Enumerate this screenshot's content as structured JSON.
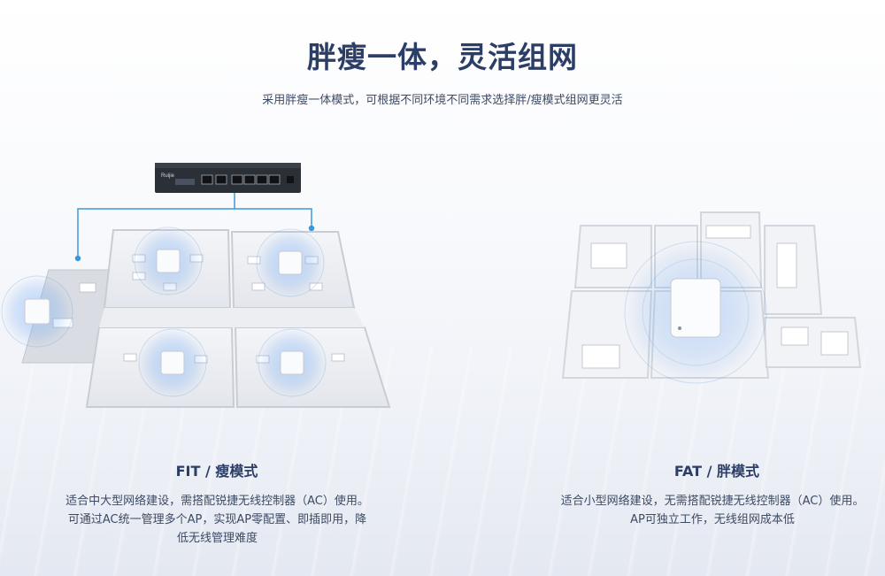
{
  "header": {
    "title": "胖瘦一体，灵活组网",
    "subtitle": "采用胖瘦一体模式，可根据不同环境不同需求选择胖/瘦模式组网更灵活"
  },
  "fit": {
    "title": "FIT / 瘦模式",
    "desc_lines": [
      "适合中大型网络建设，需搭配锐捷无线控制器（AC）使用。",
      "可通过AC统一管理多个AP，实现AP零配置、即插即用，降",
      "低无线管理难度"
    ],
    "switch_brand": "Ruijie"
  },
  "fat": {
    "title": "FAT / 胖模式",
    "desc_lines": [
      "适合小型网络建设，无需搭配锐捷无线控制器（AC）使用。",
      "AP可独立工作，无线组网成本低"
    ]
  },
  "colors": {
    "heading": "#2c3e66",
    "body_text": "#3d4a63",
    "signal_blue": "#4a8fe8",
    "cable_blue": "#3a9ad9"
  }
}
